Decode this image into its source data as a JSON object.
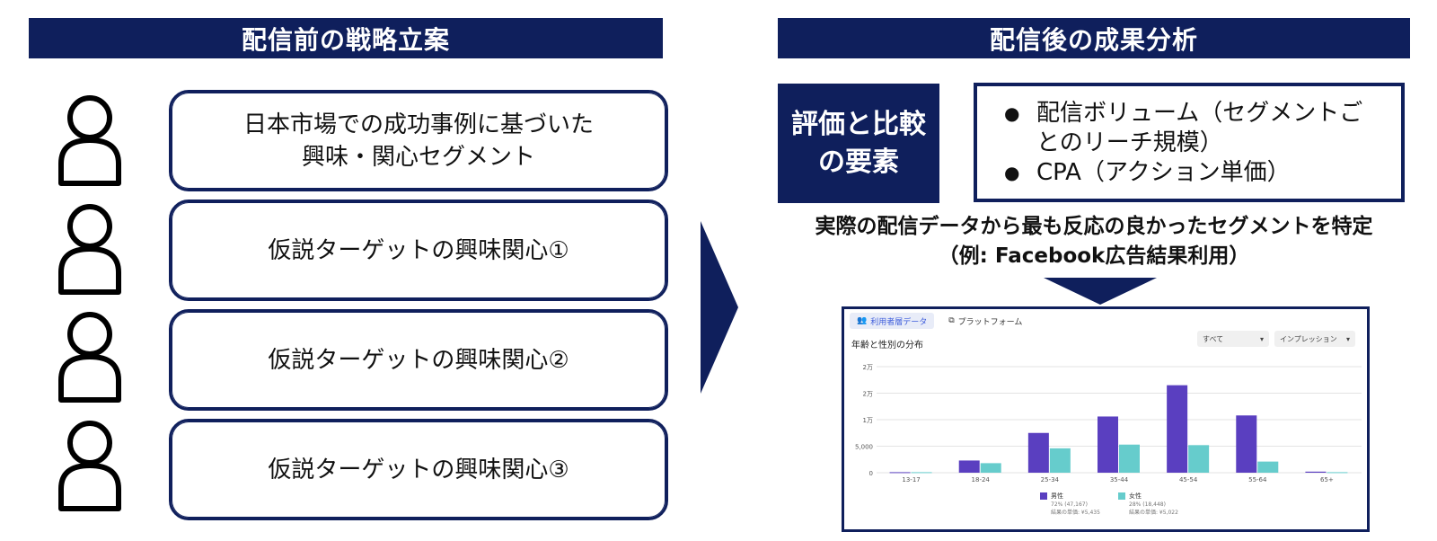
{
  "left": {
    "header": "配信前の戦略立案",
    "segments": [
      "日本市場での成功事例に基づいた\n興味・関心セグメント",
      "仮説ターゲットの興味関心①",
      "仮説ターゲットの興味関心②",
      "仮説ターゲットの興味関心③"
    ]
  },
  "right": {
    "header": "配信後の成果分析",
    "eval_label": "評価と比較\nの要素",
    "eval_items": [
      "配信ボリューム（セグメントご\nとのリーチ規模）",
      "CPA（アクション単価）"
    ],
    "caption_line1": "実際の配信データから最も反応の良かったセグメントを特定",
    "caption_line2": "（例: Facebook広告結果利用）"
  },
  "screenshot": {
    "tabs": [
      "利用者層データ",
      "プラットフォーム"
    ],
    "title": "年齢と性別の分布",
    "dropdown1": "すべて",
    "dropdown2": "インプレッション",
    "legend": {
      "male": {
        "label": "男性",
        "line1": "72% (47,167)",
        "line2": "結果の単価: ¥5,435"
      },
      "female": {
        "label": "女性",
        "line1": "28% (18,448)",
        "line2": "結果の単価: ¥5,022"
      }
    }
  },
  "colors": {
    "navy": "#0f1f5c",
    "male": "#5a3fc0",
    "female": "#66cccc"
  },
  "chart_data": {
    "type": "bar",
    "title": "年齢と性別の分布",
    "categories": [
      "13-17",
      "18-24",
      "25-34",
      "35-44",
      "45-54",
      "55-64",
      "65+"
    ],
    "y_tick_labels": [
      "0",
      "5,000",
      "1万",
      "2万",
      "2万"
    ],
    "y_ticks": [
      0,
      5000,
      10000,
      15000,
      20000
    ],
    "ylim": [
      0,
      20000
    ],
    "series": [
      {
        "name": "男性",
        "values": [
          100,
          2300,
          7500,
          10600,
          16500,
          10800,
          200
        ]
      },
      {
        "name": "女性",
        "values": [
          100,
          1800,
          4600,
          5300,
          5200,
          2100,
          100
        ]
      }
    ],
    "grid": true
  }
}
